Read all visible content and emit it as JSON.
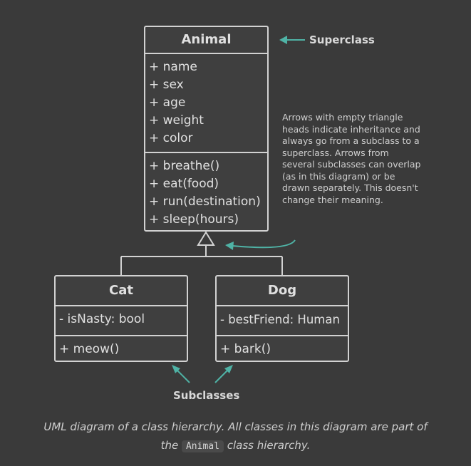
{
  "colors": {
    "background": "#3a3a3a",
    "box_border": "#d2d2d2",
    "text": "#e0e0e0",
    "accent_arrow": "#4fb3a6"
  },
  "classes": {
    "animal": {
      "name": "Animal",
      "fields": [
        "+ name",
        "+ sex",
        "+ age",
        "+ weight",
        "+ color"
      ],
      "methods": [
        "+ breathe()",
        "+ eat(food)",
        "+ run(destination)",
        "+ sleep(hours)"
      ]
    },
    "cat": {
      "name": "Cat",
      "fields": [
        "- isNasty: bool"
      ],
      "methods": [
        "+ meow()"
      ]
    },
    "dog": {
      "name": "Dog",
      "fields": [
        "- bestFriend: Human"
      ],
      "methods": [
        "+ bark()"
      ]
    }
  },
  "labels": {
    "superclass": "Superclass",
    "subclasses": "Subclasses"
  },
  "note": "Arrows with empty triangle heads indicate inheritance and always go from a subclass to a superclass. Arrows from several subclasses can overlap (as in this diagram) or be drawn separately. This doesn't change their meaning.",
  "caption": {
    "line1": "UML diagram of a class hierarchy. All classes in this diagram are part of",
    "pre": "the",
    "code": "Animal",
    "post": "class hierarchy."
  }
}
